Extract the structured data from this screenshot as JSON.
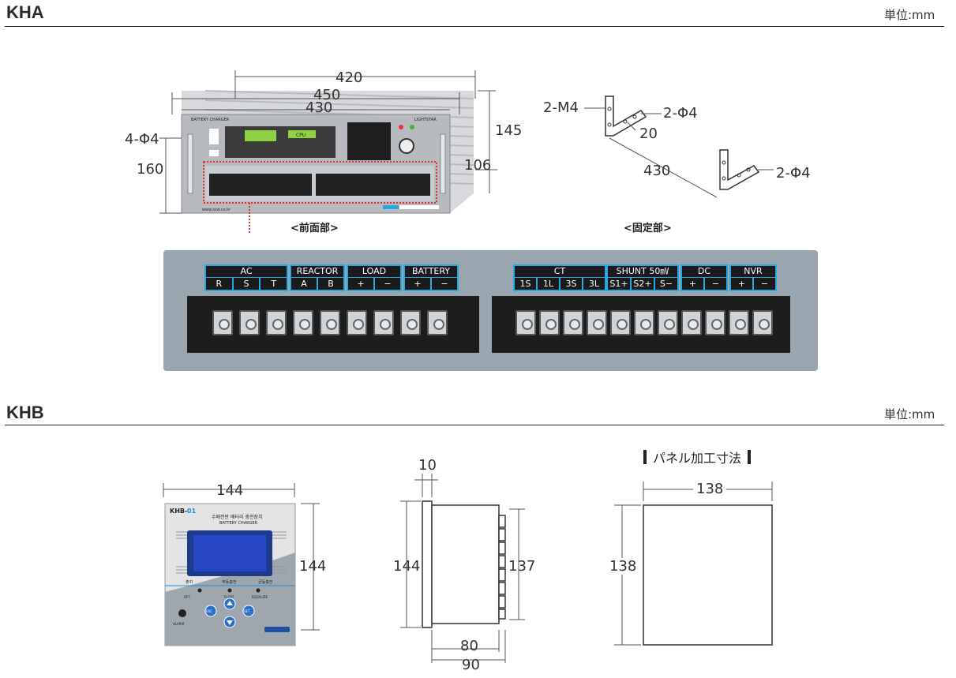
{
  "sections": {
    "kha_title": "KHA",
    "khb_title": "KHB",
    "unit": "単位:mm"
  },
  "kha": {
    "front": {
      "caption": "<前面部>",
      "dims": {
        "d420": "420",
        "d450": "450",
        "d430": "430",
        "d145": "145",
        "d106": "106",
        "d160": "160",
        "hole": "4-Φ4"
      }
    },
    "bracket": {
      "caption": "<固定部>",
      "dims": {
        "m4": "2-M4",
        "hole_a": "2-Φ4",
        "d20": "20",
        "d430": "430",
        "hole_b": "2-Φ4"
      }
    },
    "terminal_groups_left": [
      {
        "name": "AC",
        "cells": [
          "R",
          "S",
          "T"
        ]
      },
      {
        "name": "REACTOR",
        "cells": [
          "A",
          "B"
        ]
      },
      {
        "name": "LOAD",
        "cells": [
          "+",
          "−"
        ]
      },
      {
        "name": "BATTERY",
        "cells": [
          "+",
          "−"
        ]
      }
    ],
    "terminal_groups_right": [
      {
        "name": "CT",
        "cells": [
          "1S",
          "1L",
          "3S",
          "3L"
        ]
      },
      {
        "name": "SHUNT 50㎷",
        "cells": [
          "S1+",
          "S2+",
          "S−"
        ]
      },
      {
        "name": "DC",
        "cells": [
          "+",
          "−"
        ]
      },
      {
        "name": "NVR",
        "cells": [
          "+",
          "−"
        ]
      }
    ],
    "device_labels": {
      "brand_left": "BATTERY CHARGER",
      "brand_right": "LIGHTSTAR",
      "cpu": "CPU",
      "website": "www.ssw.co.kr"
    }
  },
  "khb": {
    "front": {
      "model_prefix": "KHB-",
      "model_num": "01",
      "title_kr": "수배전반 배터리 충전장치",
      "subtitle": "BATTERY CHARGER",
      "mode1": "출지",
      "mode2": "부동충전",
      "mode3": "균등충전",
      "off": "OFF",
      "float": "FLOAT",
      "equalize": "EQUALIZE",
      "alarm": "ALARM",
      "esc": "ESC",
      "set": "SET",
      "dims": {
        "width": "144",
        "height": "144"
      }
    },
    "side": {
      "dims": {
        "d10": "10",
        "d144": "144",
        "d137": "137",
        "d80": "80",
        "d90": "90"
      }
    },
    "cutout": {
      "title": "パネル加工寸法",
      "dims": {
        "w": "138",
        "h": "138"
      }
    }
  }
}
